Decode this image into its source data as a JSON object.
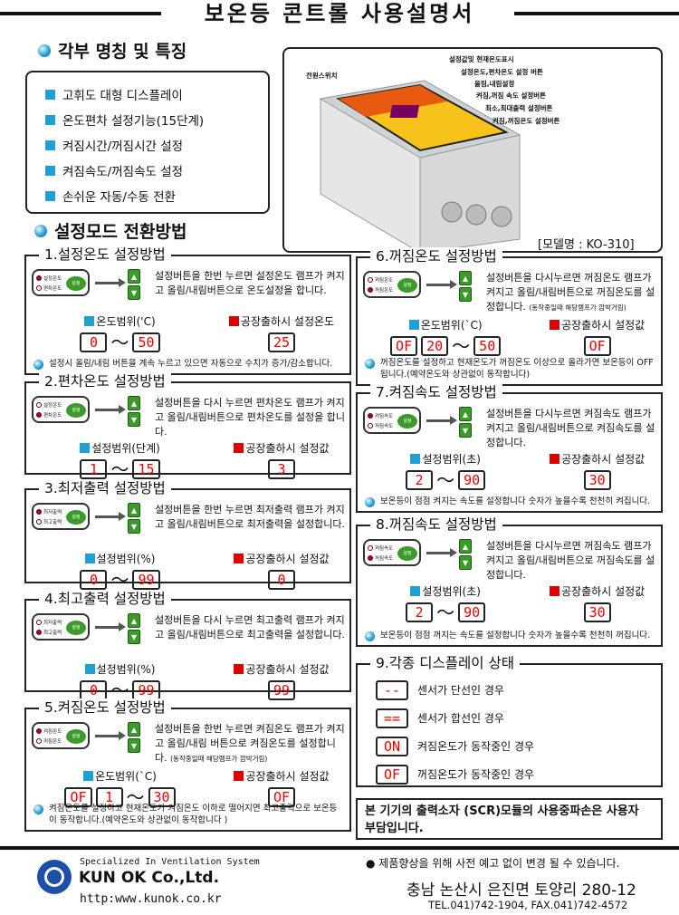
{
  "title": "보온등 콘트롤 사용설명서",
  "features_heading": "각부 명칭 및 특징",
  "features": [
    "고휘도 대형 디스플레이",
    "온도편차 설정기능(15단계)",
    "켜짐시간/꺼짐시간 설정",
    "켜짐속도/꺼짐속도 설정",
    "손쉬운 자동/수동 전환"
  ],
  "product": {
    "labels": [
      "전원스위치",
      "설정값및 현재온도표시",
      "설정온도,편차온도 설정 버튼",
      "올림,내림설정",
      "켜짐,꺼짐 속도 설정버튼",
      "최소,최대출력 설정버튼",
      "켜짐,꺼짐온도 설정버튼"
    ],
    "model": "[모델명 : KO-310]"
  },
  "mode_heading": "설정모드 전환방법",
  "button_labels": {
    "set": "설정",
    "up": "▲",
    "down": "▼"
  },
  "sections": [
    {
      "title": "1.설정온도 설정방법",
      "lamps": [
        "설정온도",
        "편차온도"
      ],
      "on": 0,
      "desc": "설정버튼을 한번 누르면 설정온도 램프가 켜지고 올림/내림버튼으로 온도설정을 합니다.",
      "desc_small": "",
      "range_label": "온도범위('C)",
      "range": [
        "0",
        "50"
      ],
      "range_prefix": "",
      "factory_label": "공장출하시 설정온도",
      "factory": "25",
      "note": "설정시 올림/내림 버튼을 계속 누르고 있으면 자동으로 수치가 증가/감소합니다."
    },
    {
      "title": "2.편차온도 설정방법",
      "lamps": [
        "설정온도",
        "편차온도"
      ],
      "on": 1,
      "desc": "설정버튼을 다시 누르면 편차온도 램프가 켜지고 올림/내림버튼으로 편차온도를 설정을 합니다.",
      "desc_small": "",
      "range_label": "설정범위(단계)",
      "range": [
        "1",
        "15"
      ],
      "range_prefix": "",
      "factory_label": "공장출하시 설정값",
      "factory": "3",
      "note": ""
    },
    {
      "title": "3.최저출력 설정방법",
      "lamps": [
        "최저출력",
        "최고출력"
      ],
      "on": 0,
      "desc": "설정버튼을 한번 누르면 최저출력 램프가 켜지고 올림/내림버튼으로 최저출력을 설정합니다.",
      "desc_small": "",
      "range_label": "설정범위(%)",
      "range": [
        "0",
        "99"
      ],
      "range_prefix": "",
      "factory_label": "공장출하시 설정값",
      "factory": "0",
      "note": ""
    },
    {
      "title": "4.최고출력 설정방법",
      "lamps": [
        "최저출력",
        "최고출력"
      ],
      "on": 1,
      "desc": "설정버튼을 다시 누르면 최고출력 램프가 켜지고 올림/내림버튼으로 최고출력을 설정합니다.",
      "desc_small": "",
      "range_label": "설정범위(%)",
      "range": [
        "0",
        "99"
      ],
      "range_prefix": "",
      "factory_label": "공장출하시 설정값",
      "factory": "99",
      "note": ""
    },
    {
      "title": "5.켜짐온도 설정방법",
      "lamps": [
        "켜짐온도",
        "꺼짐온도"
      ],
      "on": 0,
      "desc": "설정버튼을 한번 누르면 켜짐온도 램프가 켜지고 올림/내림 버튼으로 켜짐온도를 설정합니다.",
      "desc_small": "(동작중일때 해당램프가 깜박거림)",
      "range_label": "온도범위(`C)",
      "range": [
        "1",
        "30"
      ],
      "range_prefix": "OF",
      "factory_label": "공장출하시 설정값",
      "factory": "OF",
      "note": "켜짐온도를 설정하고 현재온도가 켜짐온도 이하로 떨어지면 최고출력으로 보온등이 동작합니다.(예약온도와 상관없이 동작합니다 )"
    },
    {
      "title": "6.꺼짐온도 설정방법",
      "lamps": [
        "켜짐온도",
        "꺼짐온도"
      ],
      "on": 1,
      "desc": "설정버튼을 다시누르면 꺼짐온도 램프가 켜지고 올림/내림버튼으로 꺼짐온도를 설정합니다.",
      "desc_small": "(동작중일때 해당램프가 깜박거림)",
      "range_label": "온도범위(`C)",
      "range": [
        "20",
        "50"
      ],
      "range_prefix": "OF",
      "factory_label": "공장출하시 설정값",
      "factory": "OF",
      "note": "꺼짐온도를 설정하고 현재온도가 꺼짐온도 이상으로 올라가면 보온등이 OFF 됩니다.(예약온도와 상관없이 동작합니다)"
    },
    {
      "title": "7.켜짐속도 설정방법",
      "lamps": [
        "켜짐속도",
        "꺼짐속도"
      ],
      "on": 0,
      "desc": "설정버튼을 다시누르면 켜짐속도 램프가 켜지고 올림/내림버튼으로 켜짐속도를 설정합니다.",
      "desc_small": "",
      "range_label": "설정범위(초)",
      "range": [
        "2",
        "90"
      ],
      "range_prefix": "",
      "factory_label": "공장출하시 설정값",
      "factory": "30",
      "note": "보온등이 점점 켜지는 속도를 설정합니다 숫자가 높을수록 천천히 켜집니다."
    },
    {
      "title": "8.꺼짐속도 설정방법",
      "lamps": [
        "켜짐속도",
        "꺼짐속도"
      ],
      "on": 1,
      "desc": "설정버튼을 다시누르면 꺼짐속도 램프가 켜지고 올림/내림버튼으로 꺼짐속도를 설정합니다.",
      "desc_small": "",
      "range_label": "설정범위(초)",
      "range": [
        "2",
        "90"
      ],
      "range_prefix": "",
      "factory_label": "공장출하시 설정값",
      "factory": "30",
      "note": "보온등이 점점 꺼지는 속도를 설정합니다 숫자가 높을수록 천천히 꺼집니다."
    }
  ],
  "range_sep": "〜",
  "status": {
    "title": "9.각종 디스플레이 상태",
    "items": [
      {
        "code": "--",
        "text": "센서가 단선인 경우"
      },
      {
        "code": "==",
        "text": "센서가 합선인 경우"
      },
      {
        "code": "ON",
        "text": "켜짐온도가 동작중인 경우"
      },
      {
        "code": "OF",
        "text": "꺼짐온도가 동작중인 경우"
      }
    ]
  },
  "notice": "본 기기의 출력소자 (SCR)모듈의 사용중파손은 사용자 부담입니다.",
  "footer": {
    "tagline": "Specialized In Ventilation System",
    "company": "KUN OK Co.,Ltd.",
    "url": "http:www.kunok.co.kr",
    "disclaimer": "● 제품향상을 위해 사전 예고 없이 변경 될 수 있습니다.",
    "address": "충남 논산시 은진면 토양리 280-12",
    "phone": "TEL.041)742-1904, FAX.041)742-4572"
  },
  "colors": {
    "range_square": "#1e9fd6",
    "factory_square": "#e00000",
    "display_text": "#e00000",
    "button_green": "#3c9a2a"
  }
}
